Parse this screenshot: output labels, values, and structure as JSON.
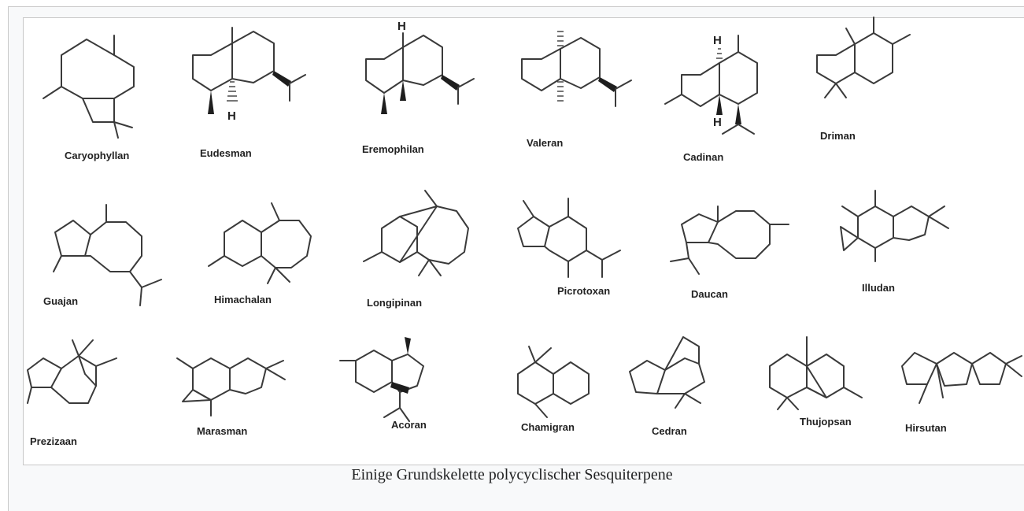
{
  "figure": {
    "caption": "Einige Grundskelette polycyclischer Sesquiterpene",
    "hydrogen_label": "H",
    "structures": [
      {
        "name": "Caryophyllan"
      },
      {
        "name": "Eudesman"
      },
      {
        "name": "Eremophilan"
      },
      {
        "name": "Valeran"
      },
      {
        "name": "Cadinan"
      },
      {
        "name": "Driman"
      },
      {
        "name": "Guajan"
      },
      {
        "name": "Himachalan"
      },
      {
        "name": "Longipinan"
      },
      {
        "name": "Picrotoxan"
      },
      {
        "name": "Daucan"
      },
      {
        "name": "Illudan"
      },
      {
        "name": "Prezizaan"
      },
      {
        "name": "Marasman"
      },
      {
        "name": "Acoran"
      },
      {
        "name": "Chamigran"
      },
      {
        "name": "Cedran"
      },
      {
        "name": "Thujopsan"
      },
      {
        "name": "Hirsutan"
      }
    ]
  }
}
